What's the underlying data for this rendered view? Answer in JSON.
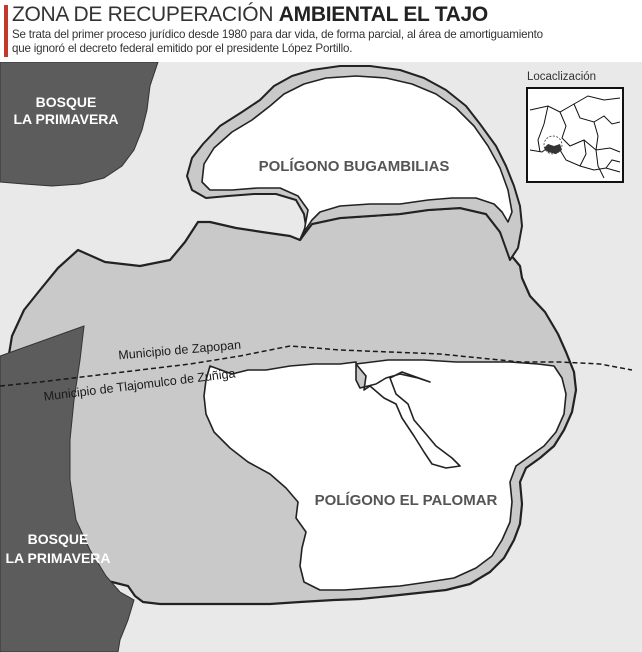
{
  "header": {
    "title_light": "ZONA DE RECUPERACIÓN",
    "title_bold": "AMBIENTAL EL TAJO",
    "subtitle_line1": "Se trata del primer proceso jurídico desde 1980 para dar vida, de forma parcial, al área de amortiguamiento",
    "subtitle_line2": "que ignoró el decreto federal emitido por el presidente López Portillo."
  },
  "map": {
    "labels": {
      "bosque_top_line1": "BOSQUE",
      "bosque_top_line2": "LA PRIMAVERA",
      "bosque_bottom_line1": "BOSQUE",
      "bosque_bottom_line2": "LA PRIMAVERA",
      "poligono_bugambilias": "POLÍGONO BUGAMBILIAS",
      "poligono_palomar": "POLÍGONO EL PALOMAR",
      "municipio_zapopan": "Municipio de Zapopan",
      "municipio_tlajomulco": "Municipio de Tlajomulco de Zúñiga"
    },
    "inset": {
      "title": "Locaclización"
    },
    "colors": {
      "background": "#e9e9e9",
      "zone_fill": "#c9c9c9",
      "bosque_fill": "#5c5c5c",
      "outline": "#222222",
      "title_accent": "#c0392b"
    }
  }
}
